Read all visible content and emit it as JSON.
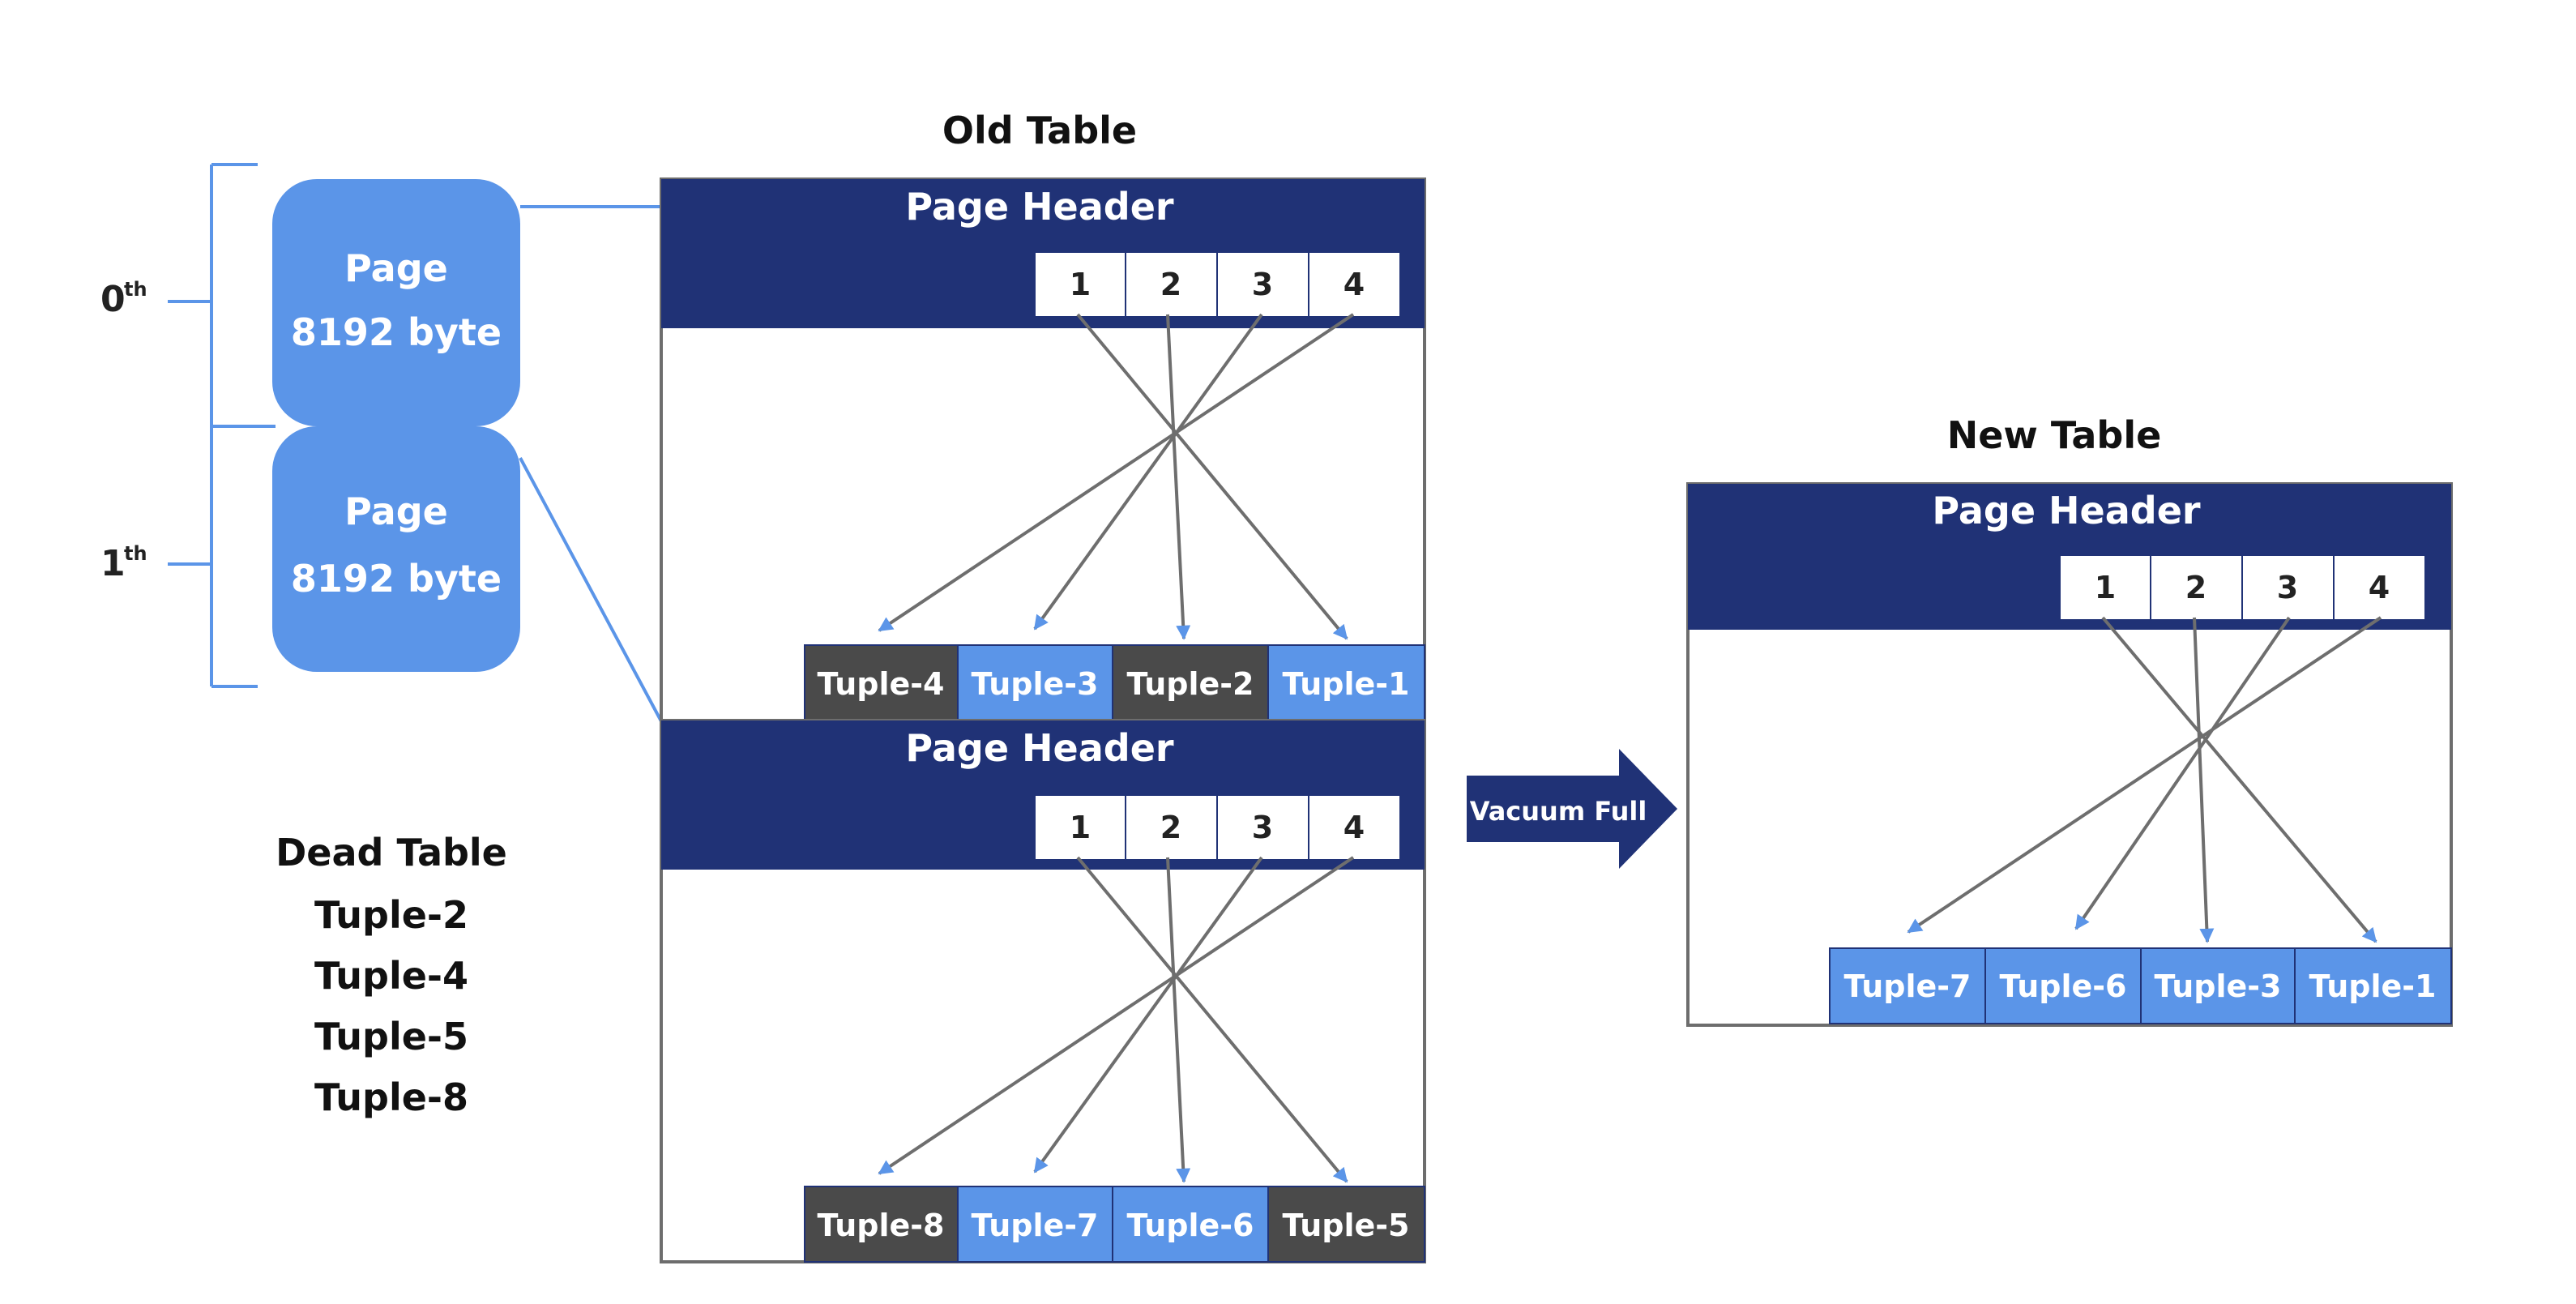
{
  "old_table": {
    "title": "Old Table"
  },
  "new_table": {
    "title": "New Table"
  },
  "page_header_label": "Page Header",
  "line_pointers": [
    "1",
    "2",
    "3",
    "4"
  ],
  "pages": [
    {
      "ordinal": "0",
      "suffix": "th",
      "label": "Page",
      "size": "8192 byte"
    },
    {
      "ordinal": "1",
      "suffix": "th",
      "label": "Page",
      "size": "8192 byte"
    }
  ],
  "old_page_0_tuples": [
    "Tuple-4",
    "Tuple-3",
    "Tuple-2",
    "Tuple-1"
  ],
  "old_page_1_tuples": [
    "Tuple-8",
    "Tuple-7",
    "Tuple-6",
    "Tuple-5"
  ],
  "new_page_tuples": [
    "Tuple-7",
    "Tuple-6",
    "Tuple-3",
    "Tuple-1"
  ],
  "dead_table": {
    "title": "Dead Table",
    "tuples": [
      "Tuple-2",
      "Tuple-4",
      "Tuple-5",
      "Tuple-8"
    ]
  },
  "vacuum_label": "Vacuum Full",
  "colors": {
    "navy": "#203276",
    "blue": "#5b95e8",
    "dead": "#4a4a4a",
    "border": "#6d6d6d",
    "arrow": "#6e6e6e"
  }
}
